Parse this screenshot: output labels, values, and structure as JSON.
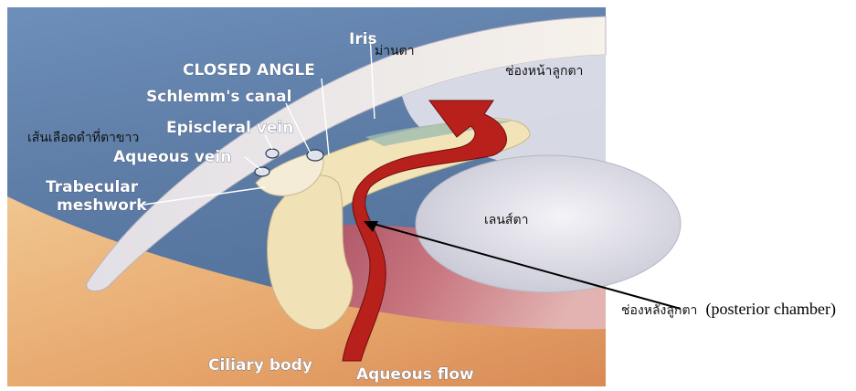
{
  "labels": {
    "closed_angle": "CLOSED ANGLE",
    "iris_en": "Iris",
    "iris_th": "ม่านตา",
    "anterior_chamber_th": "ช่องหน้าลูกตา",
    "schlemms_canal": "Schlemm's canal",
    "episcleral_vein": "Episcleral vein",
    "episcleral_vein_th": "เส้นเลือดดำที่ตาขาว",
    "aqueous_vein": "Aqueous vein",
    "trabecular_1": "Trabecular",
    "trabecular_2": "meshwork",
    "lens_th": "เลนส์ตา",
    "posterior_chamber_th": "ช่องหลังลูกตา",
    "posterior_chamber_en": "(posterior chamber)",
    "ciliary_body": "Ciliary body",
    "aqueous_flow": "Aqueous flow"
  },
  "colors": {
    "background_blue": "#5d7ea8",
    "cornea": "#f3e6d2",
    "lens": "#e7e6ee",
    "iris_tissue": "#f2e4b8",
    "aqueous_flow": "#b8201c",
    "ciliary_pink": "#c6727d",
    "sclera_warm": "#e9b07a"
  }
}
